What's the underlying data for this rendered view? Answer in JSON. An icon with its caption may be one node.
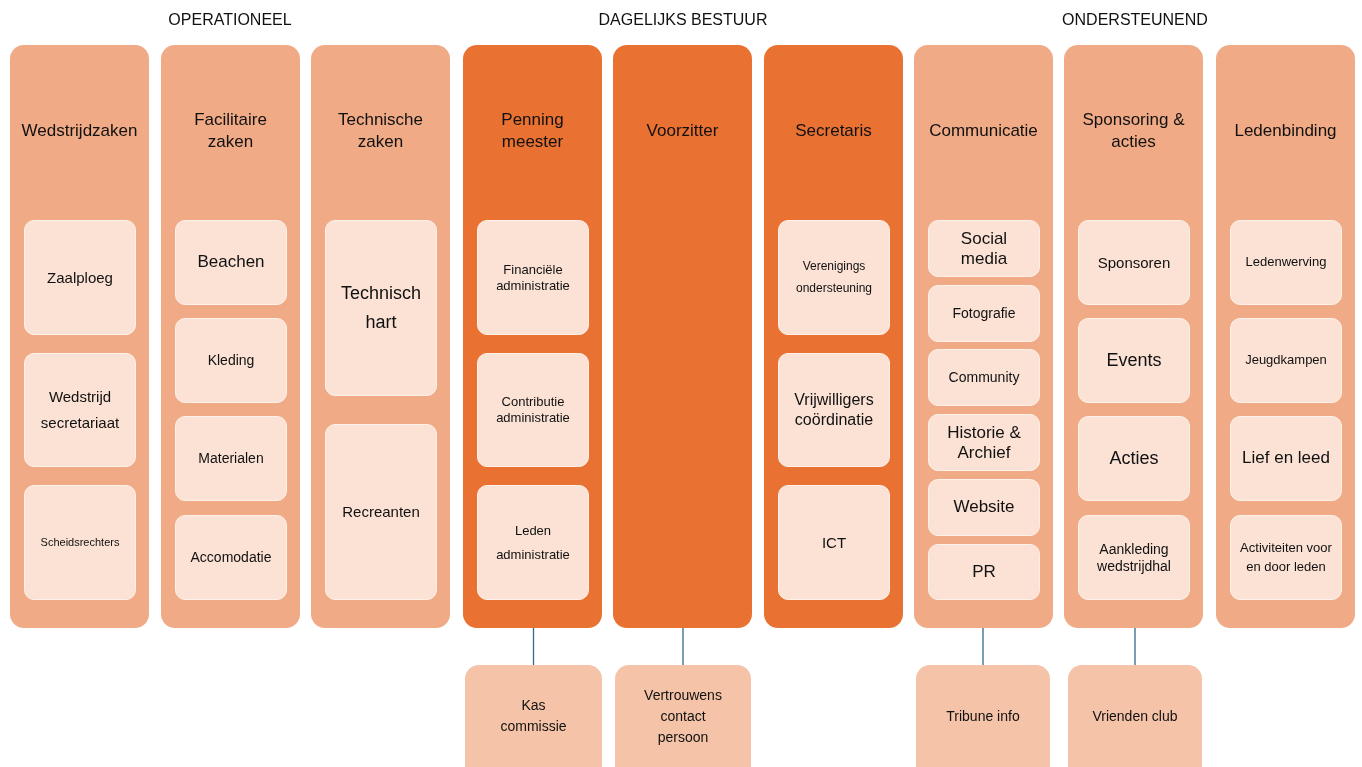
{
  "diagram": {
    "nodes": [
      {
        "text": [
          "Wedstrijdzaken"
        ]
      },
      {
        "text": [
          "Zaalploeg"
        ],
        "in": 0
      },
      {
        "text": [
          "Wedstrijd secretariaat"
        ],
        "in": 0
      },
      {
        "text": [
          "Scheidsrechters"
        ],
        "in": 0
      },
      {
        "text": [
          "Facilitaire zaken"
        ]
      },
      {
        "text": [
          "Beachen"
        ],
        "in": 4
      },
      {
        "text": [
          "Kleding"
        ],
        "in": 4
      },
      {
        "text": [
          "Materialen"
        ],
        "in": 4
      },
      {
        "text": [
          "Accomodatie"
        ],
        "in": 4
      },
      {
        "text": [
          "Technische zaken"
        ]
      },
      {
        "text": [
          "Technisch hart"
        ],
        "in": 9
      },
      {
        "text": [
          "Recreanten"
        ],
        "in": 9
      },
      {
        "text": [
          "Penning meester"
        ]
      },
      {
        "text": [
          "Financiële administratie"
        ],
        "in": 12
      },
      {
        "text": [
          "Contributie administratie"
        ],
        "in": 12
      },
      {
        "text": [
          "Leden administratie"
        ],
        "in": 12
      },
      {
        "text": [
          "Voorzitter"
        ]
      },
      {
        "text": [
          "Secretaris"
        ]
      },
      {
        "text": [
          "Verenigings ondersteuning"
        ],
        "in": 17
      },
      {
        "text": [
          "Vrijwilligers coördinatie"
        ],
        "in": 17
      },
      {
        "text": [
          "ICT"
        ],
        "in": 17
      },
      {
        "text": [
          "Communicatie"
        ]
      },
      {
        "text": [
          "Social media"
        ],
        "in": 21
      },
      {
        "text": [
          "Fotografie"
        ],
        "in": 21
      },
      {
        "text": [
          "Community"
        ],
        "in": 21
      },
      {
        "text": [
          "Historie & Archief"
        ],
        "in": 21
      },
      {
        "text": [
          "Website"
        ],
        "in": 21
      },
      {
        "text": [
          "PR"
        ],
        "in": 21
      },
      {
        "text": [
          "Sponsoring & acties"
        ]
      },
      {
        "text": [
          "Sponsoren"
        ],
        "in": 28
      },
      {
        "text": [
          "Events"
        ],
        "in": 28
      },
      {
        "text": [
          "Acties"
        ],
        "in": 28
      },
      {
        "text": [
          "Aankleding wedstrijdhal"
        ],
        "in": 28
      },
      {
        "text": [
          "Ledenbinding"
        ]
      },
      {
        "text": [
          "Ledenwerving"
        ],
        "in": 33
      },
      {
        "text": [
          "Jeugdkampen"
        ],
        "in": 33
      },
      {
        "text": [
          "Lief en leed"
        ],
        "in": 33
      },
      {
        "text": [
          "Activiteiten voor en door leden"
        ],
        "in": 33
      },
      {
        "text": [
          "Kas commissie"
        ]
      },
      {
        "text": [
          "Vertrouwens contact persoon"
        ]
      },
      {
        "text": [
          "Tribune info"
        ]
      },
      {
        "text": [
          "Vrienden club"
        ]
      }
    ],
    "edges": [
      {
        "from": 12,
        "to": 38,
        "arrow": "none"
      },
      {
        "from": 16,
        "to": 39,
        "arrow": "none"
      },
      {
        "from": 21,
        "to": 40,
        "arrow": "none"
      },
      {
        "from": 28,
        "to": 41,
        "arrow": "none"
      }
    ],
    "labels": [
      "OPERATIONEEL",
      "DAGELIJKS BESTUUR",
      "ONDERSTEUNEND"
    ]
  }
}
